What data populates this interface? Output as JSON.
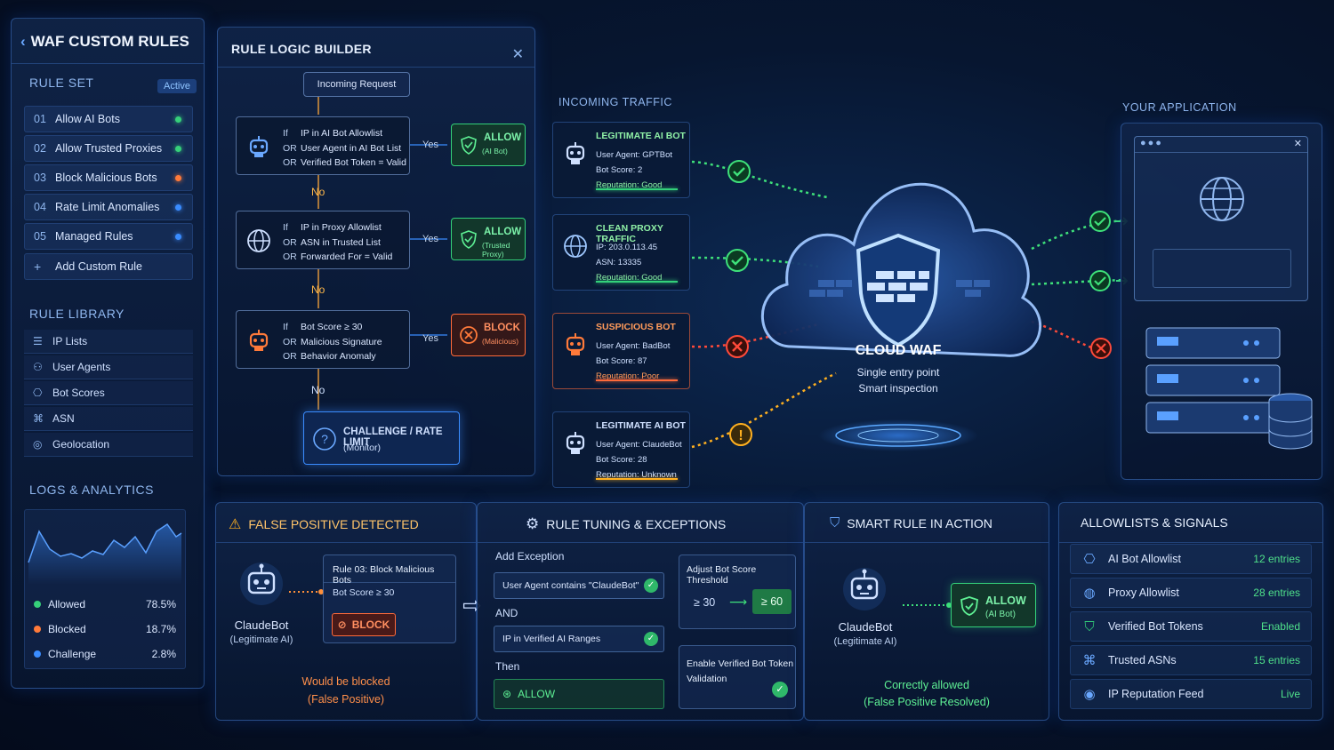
{
  "colors": {
    "allow": "#33d07a",
    "block": "#ff6a3a",
    "warn": "#ffb020",
    "accent": "#3a8cff"
  },
  "waf": {
    "title": "WAF CUSTOM RULES",
    "ruleset_label": "RULE SET",
    "ruleset_status": "Active",
    "rules": [
      {
        "num": "01",
        "label": "Allow AI Bots",
        "dot": "#36d07a"
      },
      {
        "num": "02",
        "label": "Allow Trusted Proxies",
        "dot": "#36d07a"
      },
      {
        "num": "03",
        "label": "Block Malicious Bots",
        "dot": "#ff7a3a"
      },
      {
        "num": "04",
        "label": "Rate Limit Anomalies",
        "dot": "#3a8cff"
      },
      {
        "num": "05",
        "label": "Managed Rules",
        "dot": "#3a8cff"
      }
    ],
    "add_rule": "Add Custom Rule",
    "library_label": "RULE LIBRARY",
    "library": [
      {
        "icon": "list-icon",
        "label": "IP Lists"
      },
      {
        "icon": "users-icon",
        "label": "User Agents"
      },
      {
        "icon": "robot-icon",
        "label": "Bot Scores"
      },
      {
        "icon": "network-icon",
        "label": "ASN"
      },
      {
        "icon": "location-icon",
        "label": "Geolocation"
      }
    ],
    "logs_label": "LOGS & ANALYTICS",
    "stats": [
      {
        "label": "Allowed",
        "value": "78.5%",
        "color": "#36d07a"
      },
      {
        "label": "Blocked",
        "value": "18.7%",
        "color": "#ff7a3a"
      },
      {
        "label": "Challenge",
        "value": "2.8%",
        "color": "#3a8cff"
      }
    ]
  },
  "builder": {
    "title": "RULE LOGIC BUILDER",
    "start": "Incoming Request",
    "conditions": [
      {
        "lines": [
          [
            "If",
            "IP in AI Bot Allowlist"
          ],
          [
            "OR",
            "User Agent in AI Bot List"
          ],
          [
            "OR",
            "Verified Bot Token = Valid"
          ]
        ],
        "verdict": "ALLOW",
        "sub": "(AI Bot)"
      },
      {
        "lines": [
          [
            "If",
            "IP in Proxy Allowlist"
          ],
          [
            "OR",
            "ASN in Trusted List"
          ],
          [
            "OR",
            "Forwarded For = Valid"
          ]
        ],
        "verdict": "ALLOW",
        "sub": "(Trusted Proxy)"
      },
      {
        "lines": [
          [
            "If",
            "Bot Score ≥ 30"
          ],
          [
            "OR",
            "Malicious Signature"
          ],
          [
            "OR",
            "Behavior Anomaly"
          ]
        ],
        "verdict": "BLOCK",
        "sub": "(Malicious)"
      }
    ],
    "yes": "Yes",
    "no": "No",
    "final": "CHALLENGE / RATE LIMIT",
    "final_sub": "(Monitor)"
  },
  "traffic": {
    "label": "INCOMING TRAFFIC",
    "items": [
      {
        "title": "LEGITIMATE AI BOT",
        "l1": "User Agent: GPTBot",
        "l2": "Bot Score: 2",
        "l3": "Reputation: Good",
        "status": "ok"
      },
      {
        "title": "CLEAN PROXY TRAFFIC",
        "l1": "IP: 203.0.113.45",
        "l2": "ASN: 13335",
        "l3": "Reputation: Good",
        "status": "ok"
      },
      {
        "title": "SUSPICIOUS BOT",
        "l1": "User Agent: BadBot",
        "l2": "Bot Score: 87",
        "l3": "Reputation: Poor",
        "status": "block"
      },
      {
        "title": "LEGITIMATE AI BOT",
        "l1": "User Agent: ClaudeBot",
        "l2": "Bot Score: 28",
        "l3": "Reputation: Unknown",
        "status": "warn"
      }
    ]
  },
  "cloud": {
    "title": "CLOUD WAF",
    "line1": "Single entry point",
    "line2": "Smart inspection"
  },
  "app": {
    "label": "YOUR APPLICATION"
  },
  "false_positive": {
    "title": "FALSE POSITIVE DETECTED",
    "bot_name": "ClaudeBot",
    "bot_type": "(Legitimate AI)",
    "rule": "Rule 03: Block Malicious Bots",
    "cond": "Bot Score ≥ 30",
    "action": "BLOCK",
    "note1": "Would be blocked",
    "note2": "(False Positive)"
  },
  "tuning": {
    "title": "RULE TUNING & EXCEPTIONS",
    "add_exception": "Add Exception",
    "cond1": "User Agent contains  \"ClaudeBot\"",
    "and": "AND",
    "cond2": "IP in Verified AI Ranges",
    "then": "Then",
    "action": "ALLOW",
    "threshold_label": "Adjust Bot Score Threshold",
    "from": "≥ 30",
    "to": "≥ 60",
    "token_label1": "Enable Verified Bot Token",
    "token_label2": "Validation"
  },
  "smart": {
    "title": "SMART RULE IN ACTION",
    "bot_name": "ClaudeBot",
    "bot_type": "(Legitimate AI)",
    "action": "ALLOW",
    "action_sub": "(AI Bot)",
    "note1": "Correctly allowed",
    "note2": "(False Positive Resolved)"
  },
  "signals": {
    "title": "ALLOWLISTS & SIGNALS",
    "items": [
      {
        "icon": "robot-icon",
        "label": "AI Bot Allowlist",
        "value": "12 entries"
      },
      {
        "icon": "globe-icon",
        "label": "Proxy Allowlist",
        "value": "28 entries"
      },
      {
        "icon": "shield-check-icon",
        "label": "Verified Bot Tokens",
        "value": "Enabled"
      },
      {
        "icon": "network-icon",
        "label": "Trusted ASNs",
        "value": "15 entries"
      },
      {
        "icon": "signal-icon",
        "label": "IP Reputation Feed",
        "value": "Live"
      }
    ]
  }
}
